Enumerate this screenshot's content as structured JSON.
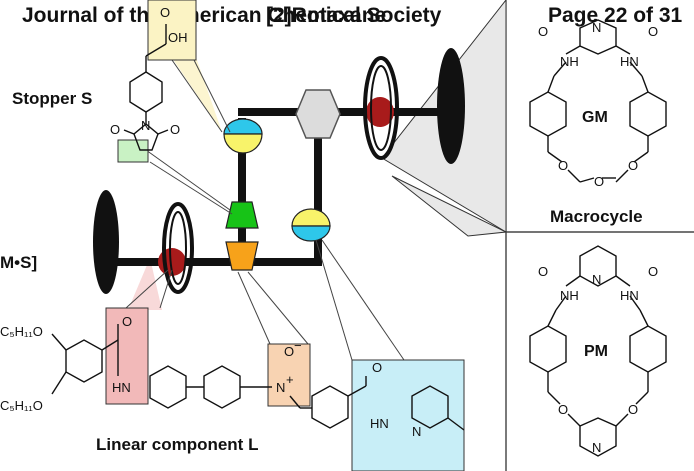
{
  "header": {
    "journal_title": "Journal of the American Chemical Society",
    "overlay_title": "[2]Rotaxane",
    "page_label": "Page 22 of 31"
  },
  "labels": {
    "stopper": "Stopper S",
    "linear": "Linear component L",
    "macrocycle": "Macrocycle",
    "complex": "M•S]",
    "gm": "GM",
    "pm": "PM"
  },
  "atoms": {
    "o": "O",
    "oh": "OH",
    "n": "N",
    "nh": "NH",
    "hn": "HN",
    "n_plus": "N",
    "plus": "+",
    "o_minus": "O",
    "minus": "−",
    "c5h11o": "C₅H₁₁O",
    "c5h11": "C₅H₁₁O"
  },
  "colors": {
    "yellow_box": "#fbf3c4",
    "green_box": "#c9f2c4",
    "pink_box": "#f2b9b9",
    "orange_box": "#f8d3b2",
    "cyan_box": "#c8eef7",
    "cyan": "#2ec7ea",
    "yellow": "#f8f36a",
    "red": "#a81b1b",
    "green": "#17c317",
    "orange": "#f7a21a",
    "grey": "#dcdcdc"
  }
}
